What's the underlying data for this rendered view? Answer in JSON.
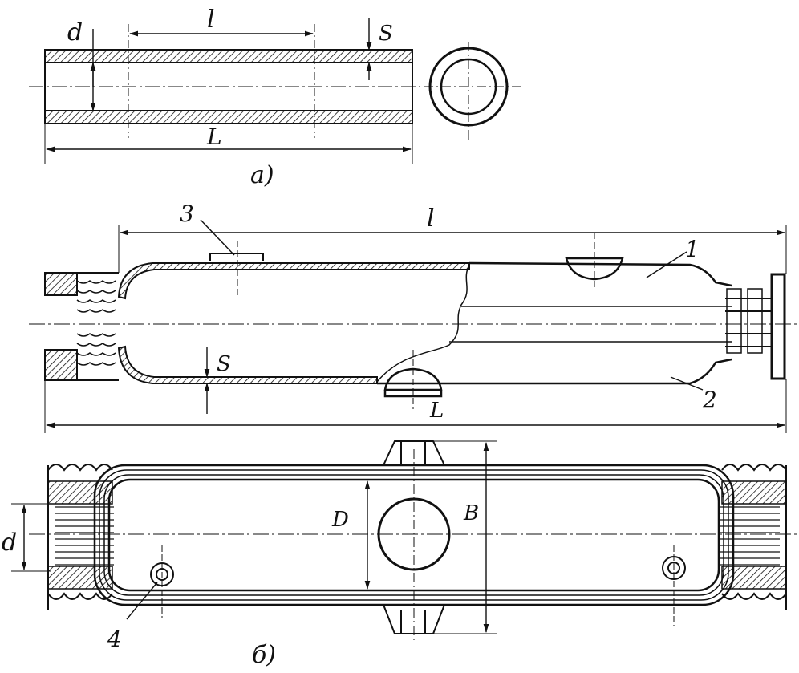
{
  "figure_a": {
    "label_d": "d",
    "label_l": "l",
    "label_s": "S",
    "label_L": "L",
    "caption": "а)"
  },
  "figure_b": {
    "label_l": "l",
    "label_s": "S",
    "label_L": "L",
    "label_d": "d",
    "label_D": "D",
    "label_B": "B",
    "part_1": "1",
    "part_2": "2",
    "part_3": "3",
    "part_4": "4",
    "caption": "б)"
  },
  "colors": {
    "ink": "#111111",
    "paper": "#ffffff"
  }
}
